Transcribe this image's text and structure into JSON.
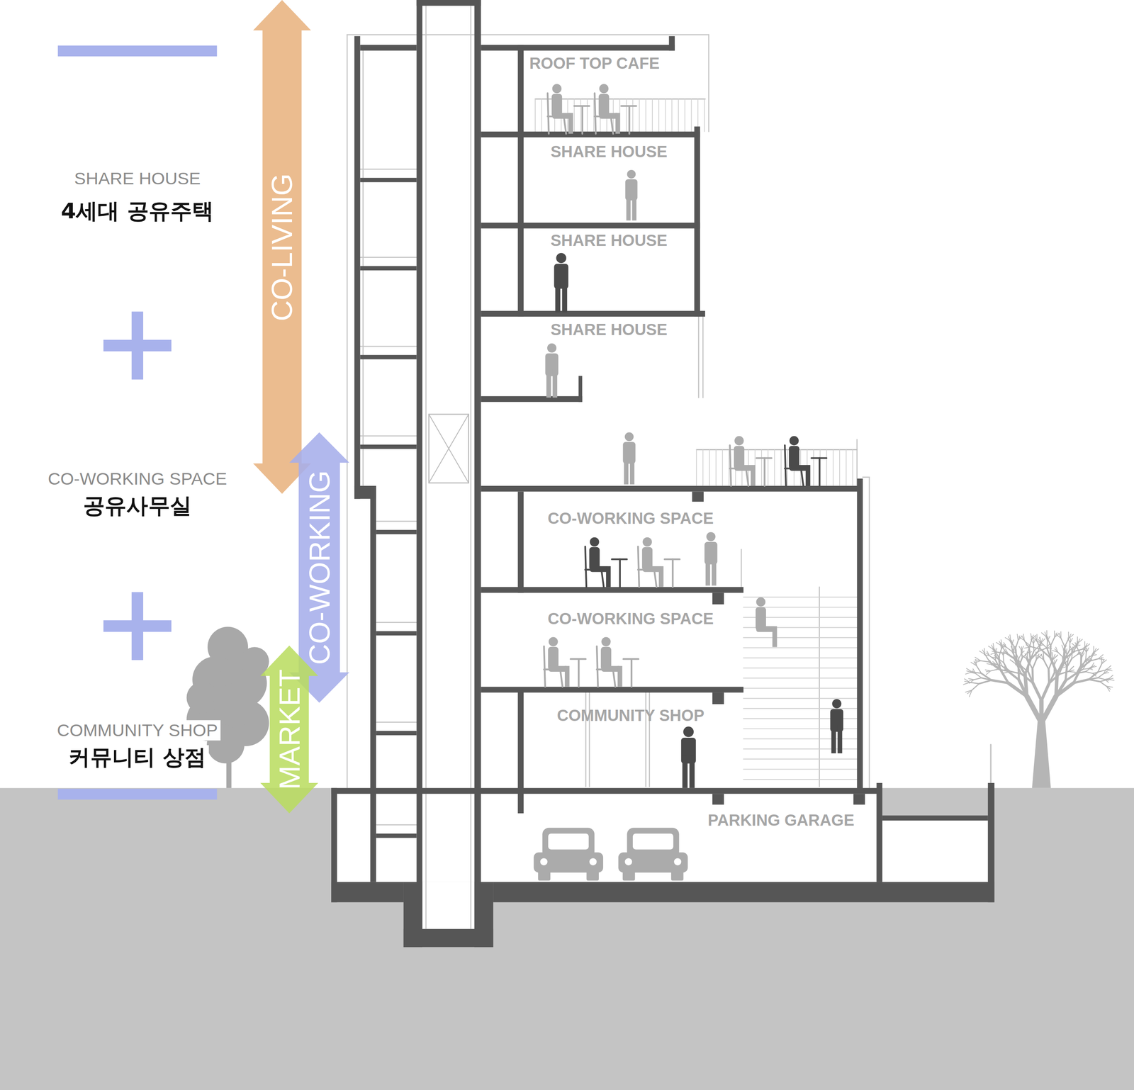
{
  "diagram": {
    "nodes": [
      {
        "text": [
          "CO-LIVING"
        ]
      },
      {
        "text": [
          "CO-WORKING"
        ]
      },
      {
        "text": [
          "MARKET"
        ]
      }
    ],
    "labels": [
      "SHARE HOUSE",
      "4세대 공유주택",
      "CO-WORKING SPACE",
      "공유사무실",
      "COMMUNITY SHOP",
      "커뮤니티 상점",
      "ROOF TOP CAFE",
      "SHARE HOUSE",
      "SHARE HOUSE",
      "SHARE HOUSE",
      "CO-WORKING SPACE",
      "CO-WORKING SPACE",
      "COMMUNITY SHOP",
      "PARKING GARAGE"
    ]
  }
}
